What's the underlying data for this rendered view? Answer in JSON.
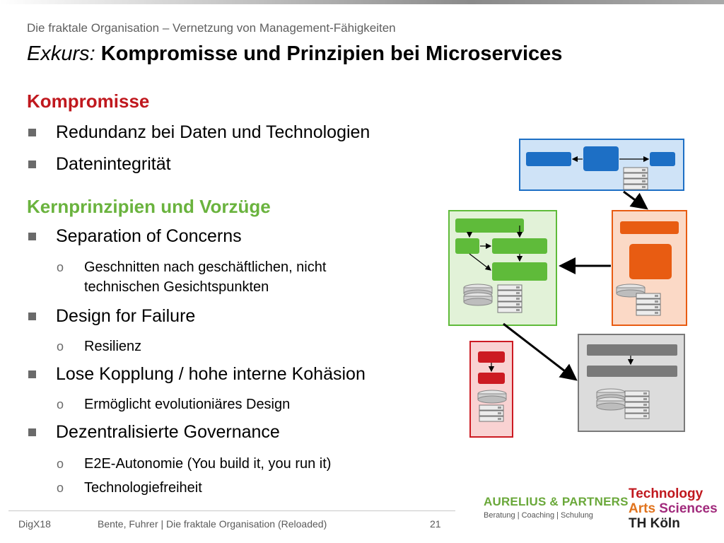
{
  "header": {
    "subtitle": "Die fraktale Organisation – Vernetzung von Management-Fähigkeiten",
    "title_lead": "Exkurs:",
    "title_main": "Kompromisse und Prinzipien bei Microservices"
  },
  "sections": {
    "kompromisse": {
      "heading": "Kompromisse",
      "items": [
        "Redundanz bei Daten und Technologien",
        "Datenintegrität"
      ]
    },
    "prinzipien": {
      "heading": "Kernprinzipien und Vorzüge",
      "items": [
        {
          "label": "Separation of Concerns",
          "sub": [
            "Geschnitten nach geschäftlichen, nicht",
            "technischen Gesichtspunkten"
          ]
        },
        {
          "label": "Design for Failure",
          "sub": [
            "Resilienz"
          ]
        },
        {
          "label": "Lose Kopplung / hohe interne Kohäsion",
          "sub": [
            "Ermöglicht evolutioniäres Design"
          ]
        },
        {
          "label": "Dezentralisierte Governance",
          "sub": [
            "E2E-Autonomie (You build it, you run it)",
            "Technologiefreiheit"
          ]
        }
      ]
    }
  },
  "diagram": {
    "colors": {
      "blue": "#1d6fc5",
      "blue_bg": "#cfe3f7",
      "green": "#5fbb3a",
      "green_bg": "#e2f2d8",
      "orange": "#e85c12",
      "orange_bg": "#fbd9c6",
      "red": "#cc1a22",
      "red_bg": "#f9d2d2",
      "gray": "#7a7a7a",
      "gray_bg": "#dcdcdc"
    }
  },
  "footer": {
    "left": "DigX18",
    "center": "Bente, Fuhrer  |  Die fraktale Organisation (Reloaded)",
    "page": "21"
  },
  "logos": {
    "aurelius_name": "AURELIUS & PARTNERS",
    "aurelius_tagline": "Beratung | Coaching | Schulung",
    "th_line1": "Technology",
    "th_line2a": "Arts",
    "th_line2b": "Sciences",
    "th_line3": "TH Köln"
  }
}
